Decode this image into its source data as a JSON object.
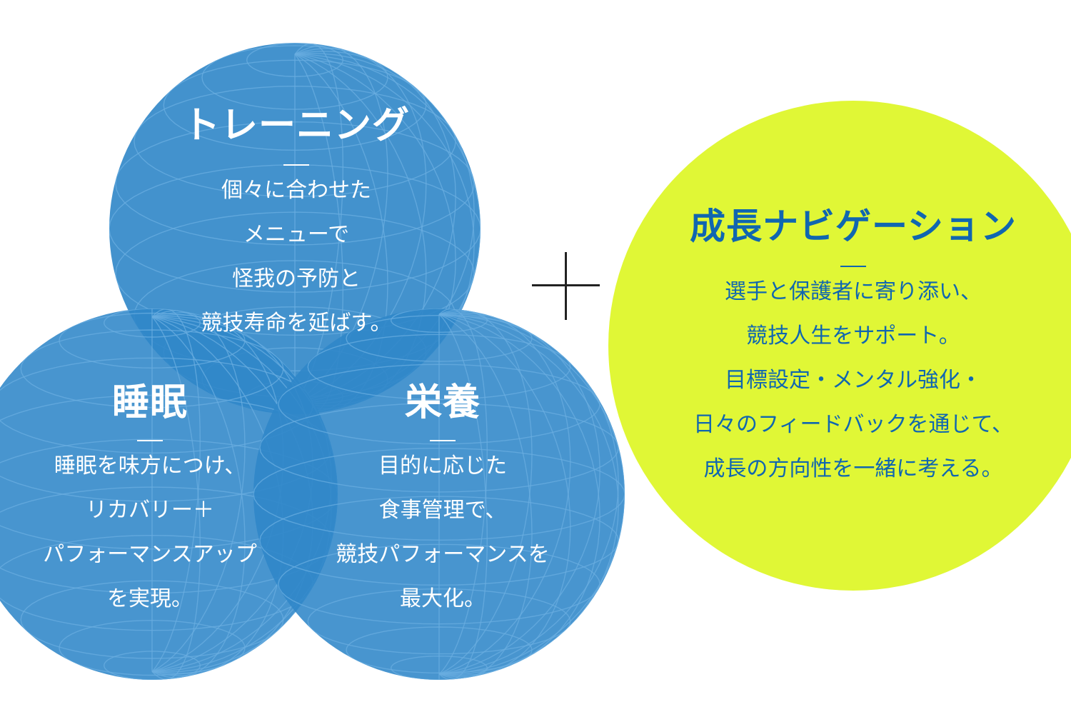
{
  "colors": {
    "globe_fill": "#2f86c8",
    "globe_grid": "#6aaee0",
    "lime_fill": "#e0f736",
    "growth_text": "#1066b0",
    "plus": "#222222"
  },
  "training": {
    "title": "トレーニング",
    "lines": [
      "個々に合わせた",
      "メニューで",
      "怪我の予防と",
      "競技寿命を延ばす。"
    ]
  },
  "sleep": {
    "title": "睡眠",
    "lines": [
      "睡眠を味方につけ、",
      "リカバリー＋",
      "パフォーマンスアップ",
      "を実現。"
    ]
  },
  "nutrition": {
    "title": "栄養",
    "lines": [
      "目的に応じた",
      "食事管理で、",
      "競技パフォーマンスを",
      "最大化。"
    ]
  },
  "growth": {
    "title": "成長ナビゲーション",
    "lines": [
      "選手と保護者に寄り添い、",
      "競技人生をサポート。",
      "目標設定・メンタル強化・",
      "日々のフィードバックを通じて、",
      "成長の方向性を一緒に考える。"
    ]
  }
}
